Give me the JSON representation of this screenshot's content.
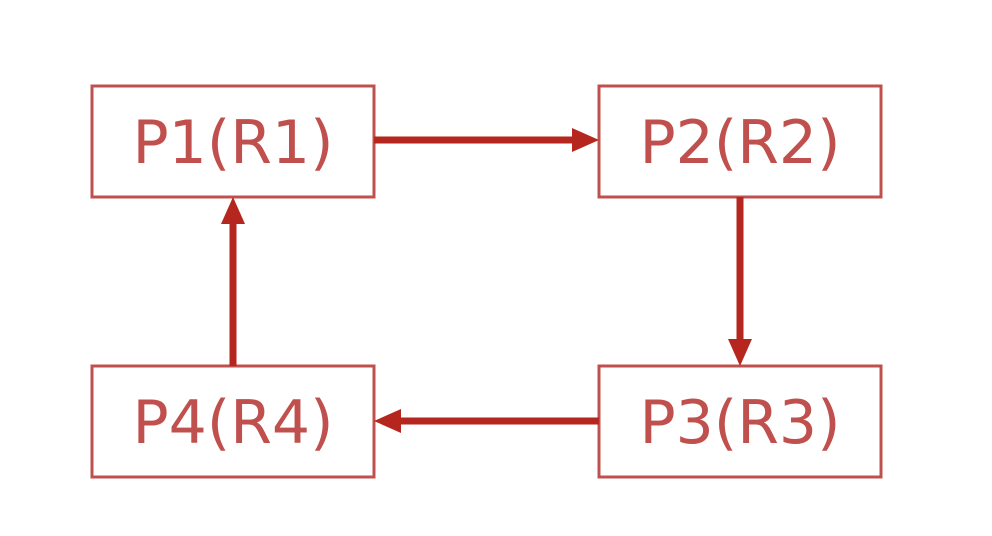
{
  "diagram": {
    "type": "cycle",
    "colors": {
      "box_border": "#c0504d",
      "label_text": "#c0504d",
      "arrow": "#b5261e",
      "background": "#ffffff"
    },
    "nodes": [
      {
        "id": "p1",
        "label": "P1(R1)"
      },
      {
        "id": "p2",
        "label": "P2(R2)"
      },
      {
        "id": "p3",
        "label": "P3(R3)"
      },
      {
        "id": "p4",
        "label": "P4(R4)"
      }
    ],
    "edges": [
      {
        "from": "p1",
        "to": "p2"
      },
      {
        "from": "p2",
        "to": "p3"
      },
      {
        "from": "p3",
        "to": "p4"
      },
      {
        "from": "p4",
        "to": "p1"
      }
    ]
  }
}
